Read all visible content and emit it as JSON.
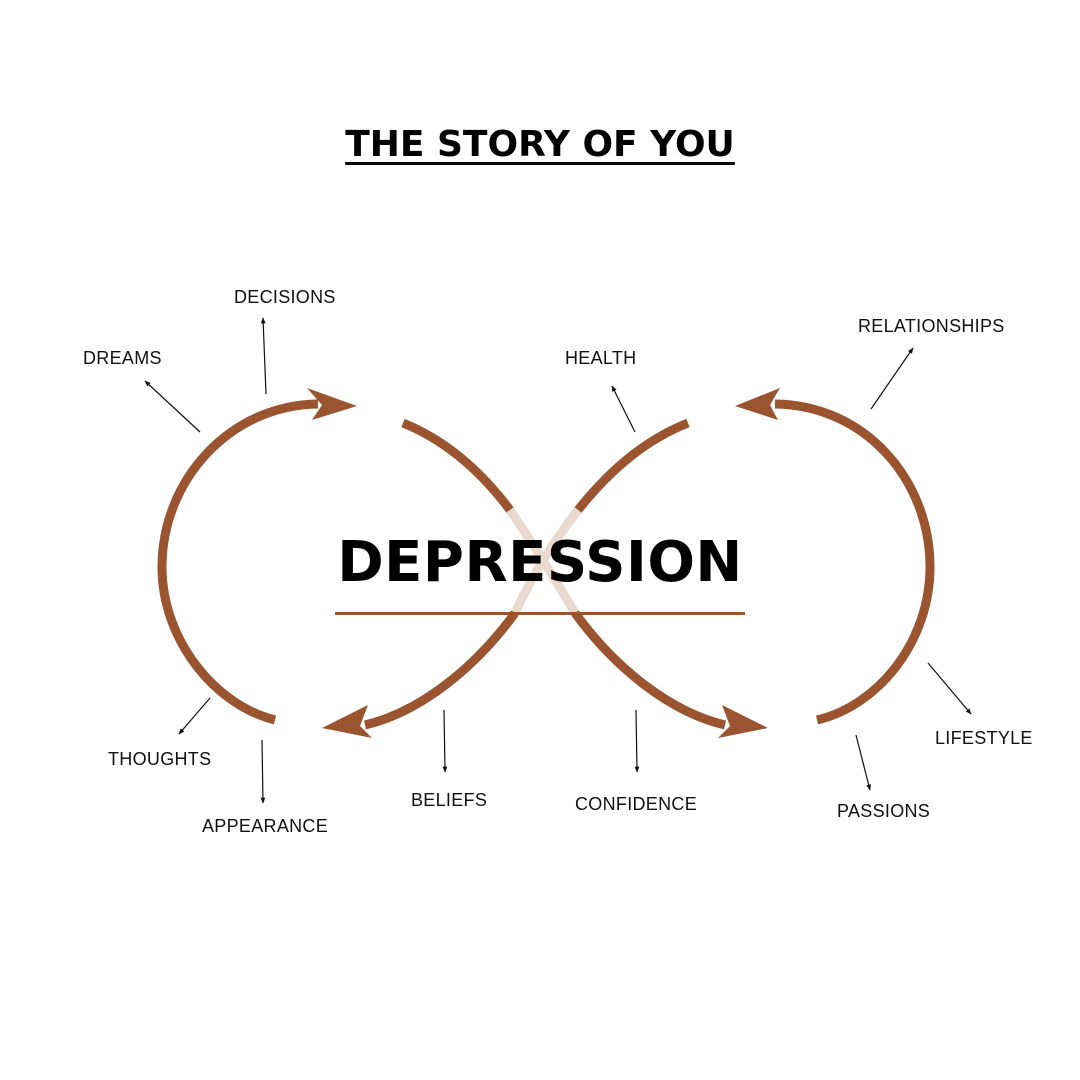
{
  "title": "THE STORY OF YOU",
  "center_word": "DEPRESSION",
  "colors": {
    "arrow": "#9a5530",
    "arrow_faded": "#e9d9cf",
    "text": "#000000",
    "background": "#ffffff"
  },
  "labels": {
    "decisions": "DECISIONS",
    "dreams": "DREAMS",
    "health": "HEALTH",
    "relationships": "RELATIONSHIPS",
    "thoughts": "THOUGHTS",
    "appearance": "APPEARANCE",
    "beliefs": "BELIEFS",
    "confidence": "CONFIDENCE",
    "passions": "PASSIONS",
    "lifestyle": "LIFESTYLE"
  }
}
